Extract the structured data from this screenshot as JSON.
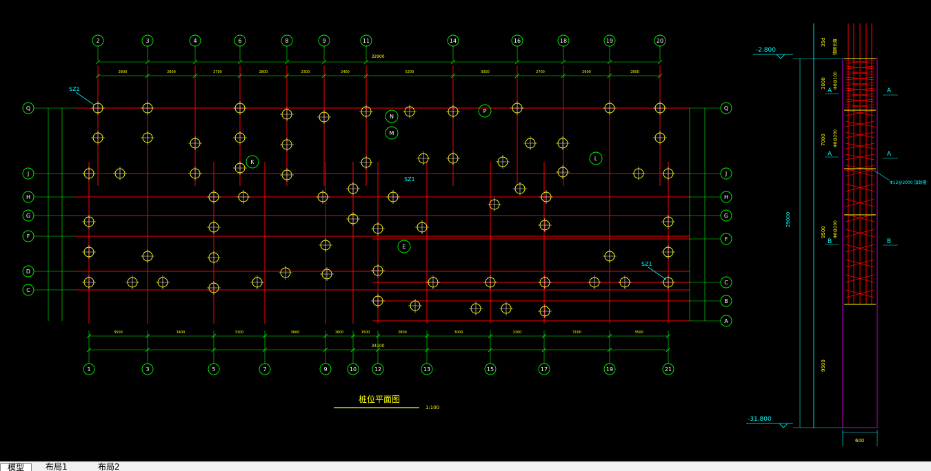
{
  "drawing": {
    "title": "桩位平面图",
    "scale": "1:100",
    "total_top_dim": "32900",
    "total_bottom_dim": "34100",
    "pile_tag": "SZ1"
  },
  "grid": {
    "top_axes": [
      "2",
      "3",
      "4",
      "6",
      "8",
      "9",
      "11",
      "14",
      "16",
      "18",
      "19",
      "20"
    ],
    "bottom_axes": [
      "1",
      "3",
      "5",
      "7",
      "9",
      "10",
      "12",
      "13",
      "15",
      "17",
      "19",
      "21"
    ],
    "left_axes": [
      "Q",
      "J",
      "H",
      "G",
      "F",
      "D",
      "C"
    ],
    "right_axes": [
      "Q",
      "J",
      "H",
      "G",
      "F",
      "C",
      "B",
      "A"
    ],
    "inner_tags": [
      "N",
      "M",
      "P",
      "K",
      "L",
      "E"
    ],
    "top_dims": [
      "2800",
      "2800",
      "2700",
      "2800",
      "2300",
      "2400",
      "5200",
      "3000",
      "2700",
      "2900",
      "2800"
    ],
    "bottom_dims": [
      "3500",
      "3400",
      "3100",
      "3600",
      "1600",
      "1500",
      "2800",
      "3000",
      "3200",
      "3100",
      "3500"
    ]
  },
  "section": {
    "top_elev": "-2.800",
    "bottom_elev": "-31.800",
    "anchor_len": "35d",
    "anchor_label": "锚固长度",
    "total_length": "29000",
    "segments": [
      {
        "len": "3000",
        "rebar": "Φ8@100",
        "mark": "A"
      },
      {
        "len": "7000",
        "rebar": "Φ8@200",
        "mark": "A"
      },
      {
        "len": "9500",
        "rebar": "Φ8@200",
        "mark": "B"
      },
      {
        "len": "9500",
        "rebar": "",
        "mark": ""
      }
    ],
    "stirrup_note": "Φ12@2000 加劲箍",
    "width": "600"
  },
  "tabs": [
    "模型",
    "布局1",
    "布局2"
  ],
  "colors": {
    "grid_line": "#ff0000",
    "dimension": "#00ff00",
    "pile": "#ffff00",
    "section": "#00ffff",
    "tag": "#00ff00"
  }
}
